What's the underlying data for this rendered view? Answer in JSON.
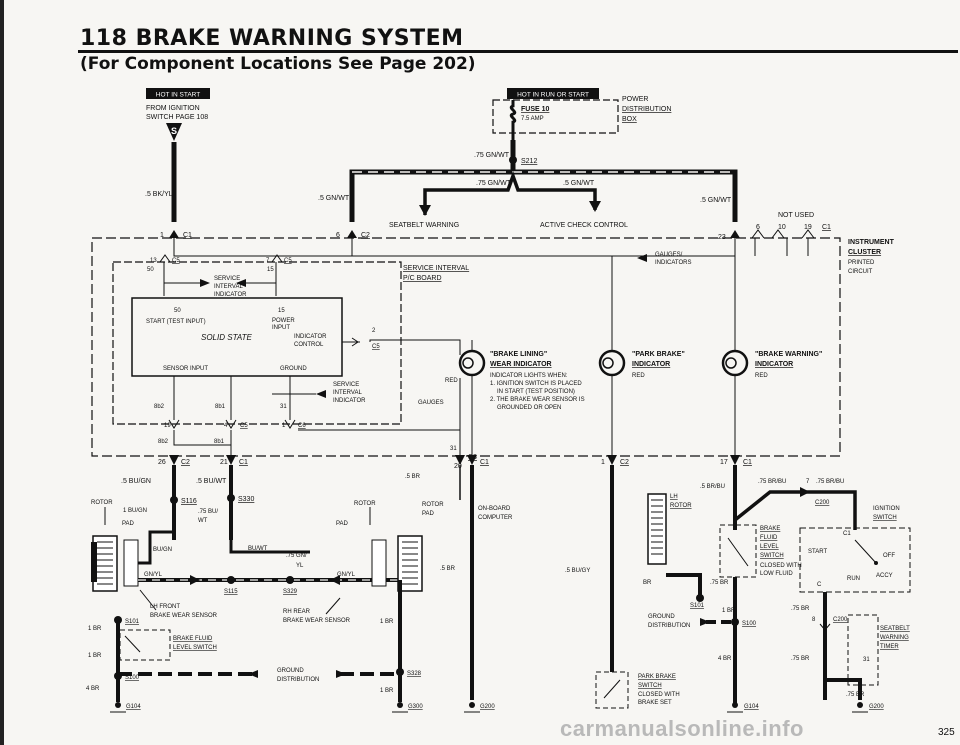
{
  "title": "118  BRAKE WARNING SYSTEM",
  "subtitle": "(For Component Locations See Page 202)",
  "page_number": "325",
  "watermark": "carmanualsonline.info",
  "hot_tags": [
    "HOT IN START",
    "HOT IN RUN OR START"
  ],
  "power": {
    "from_ignition": "FROM IGNITION",
    "switch_page": "SWITCH PAGE 108",
    "fuse": "FUSE 10",
    "fuse_amp": "7.5 AMP",
    "distribution": [
      "POWER",
      "DISTRIBUTION",
      "BOX"
    ],
    "splice": "S212",
    "bus_wire": ".75 GN/WT"
  },
  "wires": {
    "bk_yl": ".5 BK/YL",
    "gn_wt_left": ".5 GN/WT",
    "gn_wt_right": ".5 GN/WT",
    "gn_wt_mid_l": ".75 GN/WT",
    "gn_wt_mid_r": ".5 GN/WT",
    "bu_gn": ".5 BU/GN",
    "bu_wt": ".5 BU/WT",
    "br_center": ".5 BR",
    "br_lower": ".5 BR",
    "bu_gy": ".5 BU/GY",
    "br_bu": ".5 BR/BU",
    "br_bu_right": ".75 BR/BU",
    "br_bu_right2": ".75 BR/BU",
    "gn_yl_center": ".75 GN/",
    "yl": "YL",
    "gn_yl_left": "GN/YL",
    "gn_yl_right": "GN/YL",
    "bu_gn_1": "1 BU/GN",
    "bu_wt_75": ".75 BU/",
    "wt": "WT",
    "bu_gn_small": "BU/GN",
    "bu_wt_small": "BU/WT",
    "br_75a": ".75 BR",
    "br_75b": ".75 BR",
    "br_75c": ".75 BR",
    "br_75d": ".75 BR",
    "br_1a": "1 BR",
    "br_1b": "1 BR",
    "br_1c": "1 BR",
    "br_1d": "1 BR",
    "br_1e": "1 BR",
    "br_4a": "4 BR",
    "br_4b": "4 BR",
    "br_plain": "BR"
  },
  "controls": {
    "seatbelt": "SEATBELT WARNING",
    "active_check": "ACTIVE CHECK CONTROL",
    "not_used": "NOT USED"
  },
  "instrument_cluster": [
    "INSTRUMENT",
    "CLUSTER",
    "PRINTED",
    "CIRCUIT"
  ],
  "service_interval": [
    "SERVICE INTERVAL",
    "P/C BOARD"
  ],
  "solid_state": {
    "label": "SOLID STATE",
    "pin50": "50",
    "pin50_label": "START (TEST INPUT)",
    "pin15": "15",
    "pin15_label": [
      "POWER",
      "INPUT"
    ],
    "indicator_control": [
      "INDICATOR",
      "CONTROL"
    ],
    "sensor_input": "SENSOR INPUT",
    "ground": "GROUND"
  },
  "service_indicator_top": [
    "SERVICE",
    "INTERVAL",
    "INDICATOR"
  ],
  "service_indicator_bot": [
    "SERVICE",
    "INTERVAL",
    "INDICATOR"
  ],
  "gauges_top": [
    "GAUGES/",
    "INDICATORS"
  ],
  "gauges_mid": "GAUGES",
  "red": "RED",
  "lamps": {
    "lining": [
      "\"BRAKE LINING\"",
      "WEAR INDICATOR"
    ],
    "lining_notes": [
      "INDICATOR LIGHTS WHEN:",
      "1. IGNITION SWITCH IS PLACED",
      "IN START (TEST POSITION)",
      "2. THE BRAKE WEAR SENSOR IS",
      "GROUNDED OR OPEN"
    ],
    "park": [
      "\"PARK BRAKE\"",
      "INDICATOR"
    ],
    "warning": [
      "\"BRAKE WARNING\"",
      "INDICATOR"
    ]
  },
  "connectors": {
    "c1": "C1",
    "c2": "C2",
    "c3": "C3",
    "c5": "C5",
    "c6": "C6",
    "c200": "C200",
    "pins": [
      "1",
      "6",
      "23",
      "6",
      "10",
      "19",
      "13",
      "7",
      "50",
      "15",
      "2",
      "19",
      "4",
      "8b2",
      "8b1",
      "31",
      "1",
      "26",
      "21",
      "20",
      "31",
      "1",
      "17",
      "7",
      "8",
      "1",
      "8b2",
      "8b1"
    ]
  },
  "splices": [
    "S116",
    "S330",
    "S115",
    "S329",
    "S101",
    "S100",
    "S328",
    "S101",
    "S100"
  ],
  "grounds": [
    "G104",
    "G300",
    "G200",
    "G104",
    "G200"
  ],
  "components": {
    "rotor_l": "ROTOR",
    "pad_l": "PAD",
    "rotor_r": "ROTOR",
    "pad_r": "PAD",
    "onboard": [
      "ON-BOARD",
      "COMPUTER"
    ],
    "lh_front": [
      "LH FRONT",
      "BRAKE WEAR SENSOR"
    ],
    "rh_rear": [
      "RH REAR",
      "BRAKE WEAR SENSOR"
    ],
    "fluid_l": [
      "BRAKE FLUID",
      "LEVEL SWITCH"
    ],
    "ground_dist_l": [
      "GROUND",
      "DISTRIBUTION"
    ],
    "lh_rotor": [
      "LH",
      "ROTOR"
    ],
    "fluid_r": [
      "BRAKE",
      "FLUID",
      "LEVEL",
      "SWITCH"
    ],
    "fluid_r_note": [
      "CLOSED WITH",
      "LOW FLUID"
    ],
    "ground_dist_r": [
      "GROUND",
      "DISTRIBUTION"
    ],
    "park_switch": [
      "PARK BRAKE",
      "SWITCH"
    ],
    "park_note": [
      "CLOSED WITH",
      "BRAKE SET"
    ],
    "ignition": [
      "IGNITION",
      "SWITCH"
    ],
    "ign_start": "START",
    "ign_off": "OFF",
    "ign_accy": "ACCY",
    "ign_run": "RUN",
    "ign_c": "C",
    "timer": [
      "SEATBELT",
      "WARNING",
      "TIMER"
    ],
    "timer_pin": "31"
  }
}
